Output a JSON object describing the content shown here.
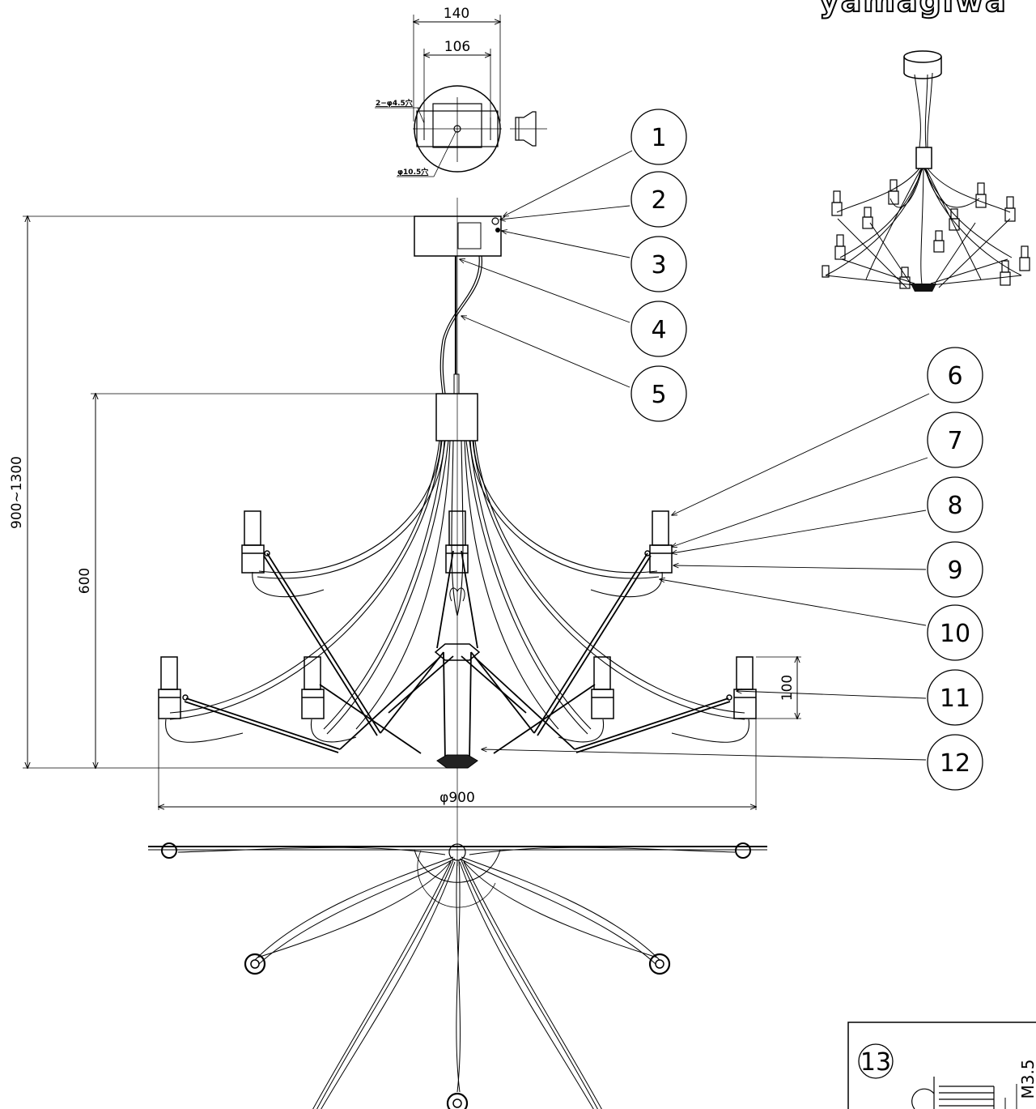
{
  "brand": "yamagiwa",
  "dimensions": {
    "canopy_width": "140",
    "canopy_hole_pitch": "106",
    "canopy_mount_holes": "2−φ4.5穴",
    "canopy_center_hole": "φ10.5穴",
    "total_height": "900~1300",
    "body_height": "600",
    "socket_height": "100",
    "diameter": "φ900"
  },
  "callouts": [
    "1",
    "2",
    "3",
    "4",
    "5",
    "6",
    "7",
    "8",
    "9",
    "10",
    "11",
    "12"
  ],
  "detail": {
    "number": "13",
    "thread": "M3.5"
  }
}
